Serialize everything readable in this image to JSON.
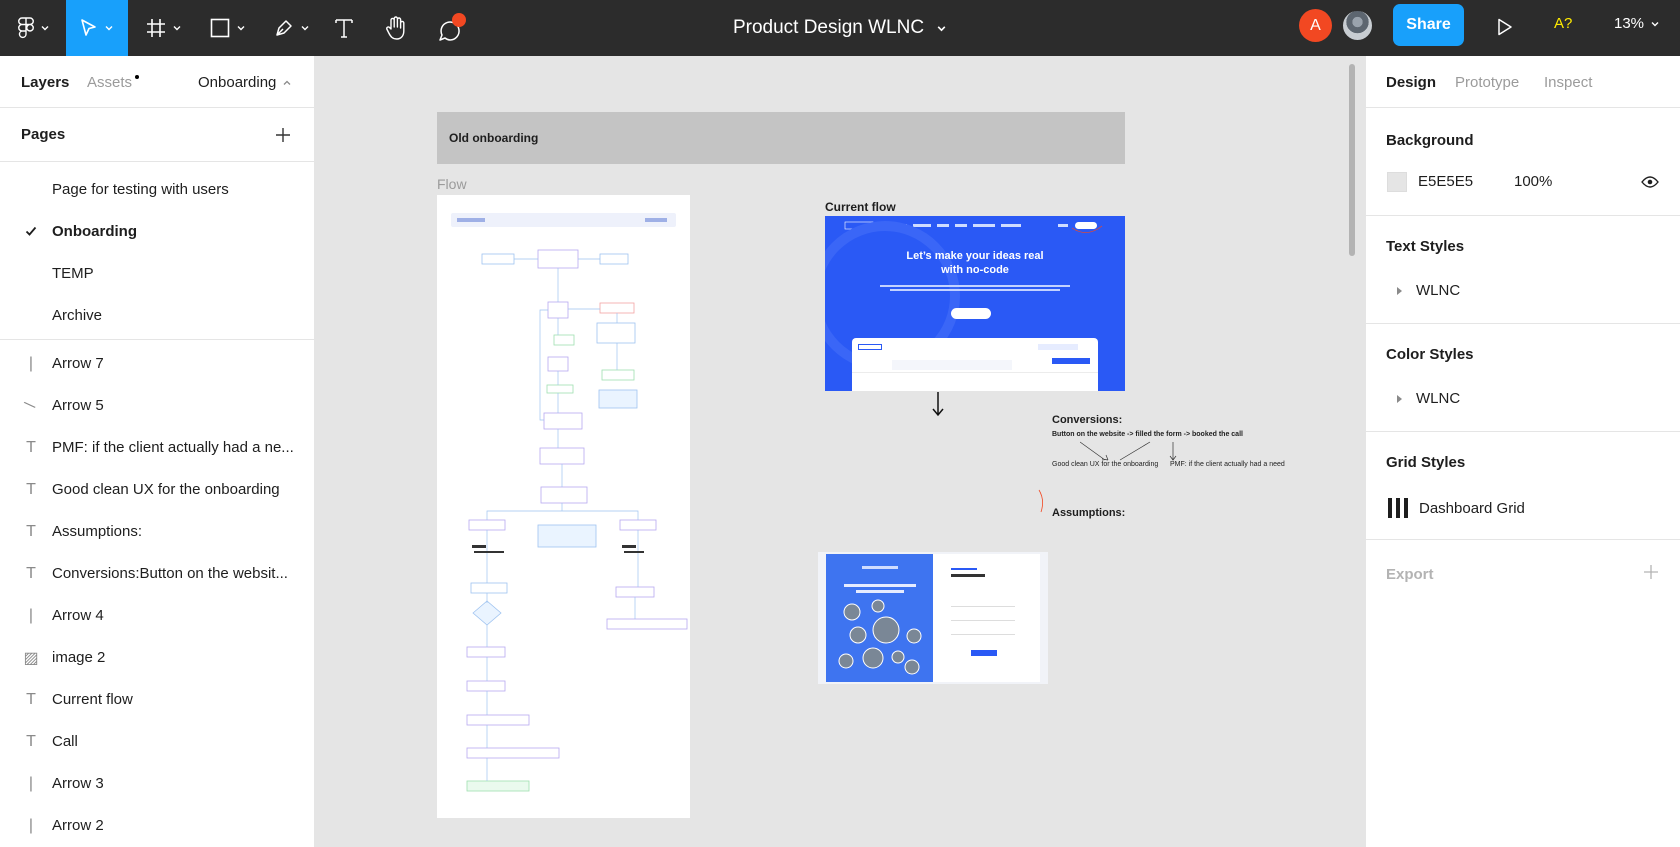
{
  "toolbar": {
    "doc_title": "Product Design WLNC",
    "avatar_initial": "A",
    "share_label": "Share",
    "font_warning": "A?",
    "zoom": "13%",
    "colors": {
      "bar": "#2c2c2c",
      "active_tool": "#18a0fb",
      "share": "#18a0fb",
      "avatar": "#f24822",
      "notification": "#f24822"
    },
    "tools": [
      "figma-menu-icon",
      "move-icon",
      "frame-icon",
      "shape-icon",
      "pen-icon",
      "text-icon",
      "hand-icon",
      "comment-icon"
    ]
  },
  "left_panel": {
    "tabs": {
      "layers": "Layers",
      "assets": "Assets"
    },
    "page_selector": "Onboarding",
    "pages_title": "Pages",
    "pages": [
      {
        "label": "Page for testing with users",
        "current": false
      },
      {
        "label": "Onboarding",
        "current": true
      },
      {
        "label": "TEMP",
        "current": false
      },
      {
        "label": "Archive",
        "current": false
      }
    ],
    "layers": [
      {
        "icon": "line-vertical-icon",
        "glyph": "|",
        "name": "Arrow 7"
      },
      {
        "icon": "line-diagonal-icon",
        "glyph": "\\",
        "name": "Arrow 5"
      },
      {
        "icon": "text-layer-icon",
        "glyph": "T",
        "name": "PMF: if the client actually had a ne..."
      },
      {
        "icon": "text-layer-icon",
        "glyph": "T",
        "name": "Good clean UX for the onboarding"
      },
      {
        "icon": "text-layer-icon",
        "glyph": "T",
        "name": "Assumptions:"
      },
      {
        "icon": "text-layer-icon",
        "glyph": "T",
        "name": "Conversions:Button on the websit..."
      },
      {
        "icon": "line-vertical-icon",
        "glyph": "|",
        "name": "Arrow 4"
      },
      {
        "icon": "image-layer-icon",
        "glyph": "▨",
        "name": "image 2"
      },
      {
        "icon": "text-layer-icon",
        "glyph": "T",
        "name": "Current flow"
      },
      {
        "icon": "text-layer-icon",
        "glyph": "T",
        "name": "Call"
      },
      {
        "icon": "line-vertical-icon",
        "glyph": "|",
        "name": "Arrow 3"
      },
      {
        "icon": "line-vertical-icon",
        "glyph": "|",
        "name": "Arrow 2"
      }
    ]
  },
  "canvas": {
    "background": "#e5e5e5",
    "banner_label": "Old onboarding",
    "flow_label": "Flow",
    "current_flow_label": "Current flow",
    "hero_title_line1": "Let’s make your ideas real",
    "hero_title_line2": "with no-code",
    "conversions_title": "Conversions:",
    "conversions_line": "Button on the website -> filled the form -> booked the call",
    "good_ux": "Good clean UX for the onboarding",
    "pmf": "PMF: if the client actually had a need",
    "assumptions": "Assumptions:"
  },
  "right_panel": {
    "tabs": {
      "design": "Design",
      "prototype": "Prototype",
      "inspect": "Inspect"
    },
    "background": {
      "title": "Background",
      "hex": "E5E5E5",
      "opacity": "100%"
    },
    "text_styles": {
      "title": "Text Styles",
      "item": "WLNC"
    },
    "color_styles": {
      "title": "Color Styles",
      "item": "WLNC"
    },
    "grid_styles": {
      "title": "Grid Styles",
      "item": "Dashboard Grid"
    },
    "export": {
      "title": "Export"
    }
  }
}
